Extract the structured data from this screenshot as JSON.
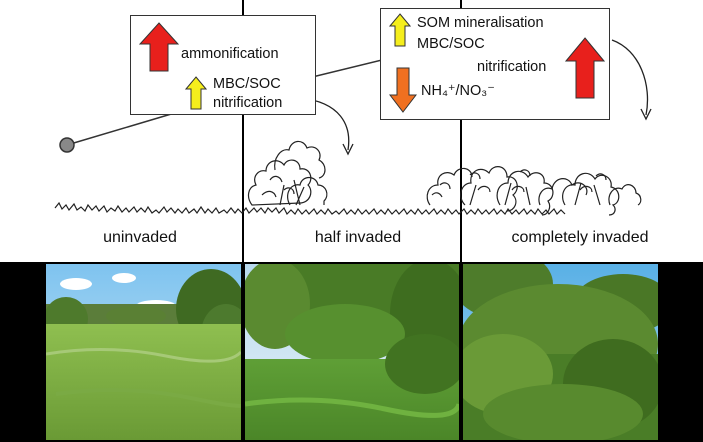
{
  "columns": [
    {
      "label": "uninvaded"
    },
    {
      "label": "half invaded"
    },
    {
      "label": "completely invaded"
    }
  ],
  "box_uninvaded": {
    "up_large": {
      "text": "ammonification",
      "direction": "up",
      "color": "#e8201c"
    },
    "up_small": {
      "lines": [
        "MBC/SOC",
        "nitrification"
      ],
      "direction": "up",
      "color": "#f5ee1c"
    }
  },
  "box_invaded": {
    "up_small": {
      "lines": [
        "SOM mineralisation",
        "MBC/SOC"
      ],
      "direction": "up",
      "color": "#f5ee1c"
    },
    "up_large": {
      "text": "nitrification",
      "direction": "up",
      "color": "#e8201c"
    },
    "down_medium": {
      "text": "NH₄⁺/NO₃⁻",
      "direction": "down",
      "color": "#f07020"
    }
  }
}
